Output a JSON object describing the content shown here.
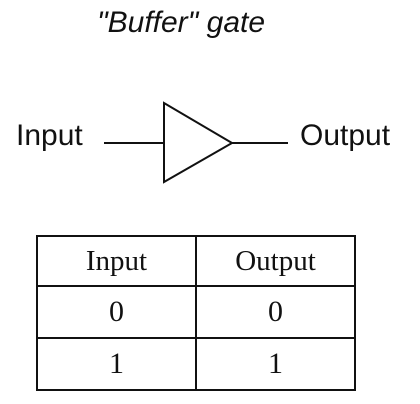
{
  "diagram": {
    "title": "\"Buffer\" gate",
    "input_label": "Input",
    "output_label": "Output"
  },
  "truth_table": {
    "headers": [
      "Input",
      "Output"
    ],
    "rows": [
      [
        "0",
        "0"
      ],
      [
        "1",
        "1"
      ]
    ]
  }
}
